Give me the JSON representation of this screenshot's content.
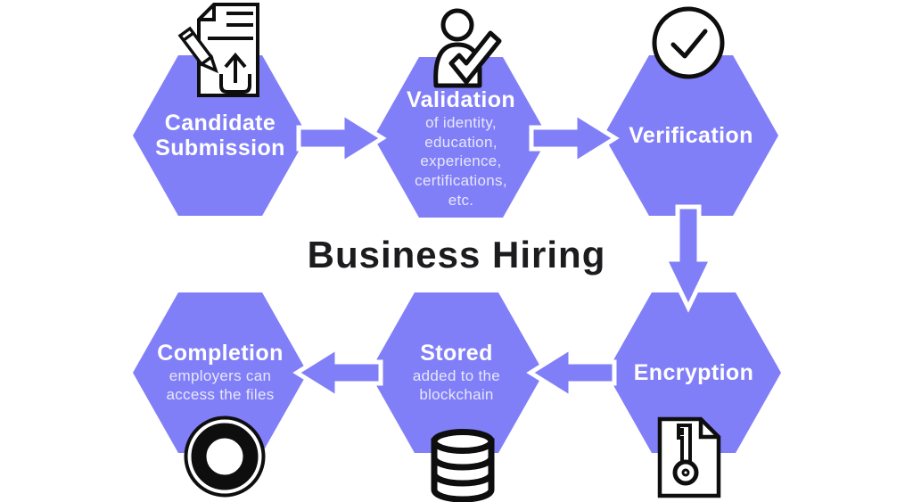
{
  "title": "Business Hiring",
  "colors": {
    "hexagon": "#817FF8",
    "arrow_fill": "#817FF8",
    "arrow_outline": "#FFFFFF",
    "node_title_text": "#FFFFFF",
    "node_sub_text": "#E6E6FB",
    "title_text": "#1C1C1E",
    "icon_stroke": "#0E0E0E",
    "icon_fill": "#FFFFFF",
    "background": "#FFFFFF"
  },
  "nodes": [
    {
      "id": "candidate-submission",
      "title_lines": [
        "Candidate",
        "Submission"
      ],
      "icon": "document-upload-icon"
    },
    {
      "id": "validation",
      "title_lines": [
        "Validation"
      ],
      "sub_lines": [
        "of identity,",
        "education,",
        "experience,",
        "certifications,",
        "etc."
      ],
      "icon": "person-check-icon"
    },
    {
      "id": "verification",
      "title_lines": [
        "Verification"
      ],
      "icon": "circle-check-icon"
    },
    {
      "id": "encryption",
      "title_lines": [
        "Encryption"
      ],
      "icon": "key-document-icon"
    },
    {
      "id": "stored",
      "title_lines": [
        "Stored"
      ],
      "sub_lines": [
        "added to the",
        "blockchain"
      ],
      "icon": "database-icon"
    },
    {
      "id": "completion",
      "title_lines": [
        "Completion"
      ],
      "sub_lines": [
        "employers can",
        "access the files"
      ],
      "icon": "circle-ring-icon"
    }
  ],
  "arrows": [
    {
      "from": "candidate-submission",
      "to": "validation",
      "direction": "right"
    },
    {
      "from": "validation",
      "to": "verification",
      "direction": "right"
    },
    {
      "from": "verification",
      "to": "encryption",
      "direction": "down"
    },
    {
      "from": "encryption",
      "to": "stored",
      "direction": "left"
    },
    {
      "from": "stored",
      "to": "completion",
      "direction": "left"
    }
  ]
}
